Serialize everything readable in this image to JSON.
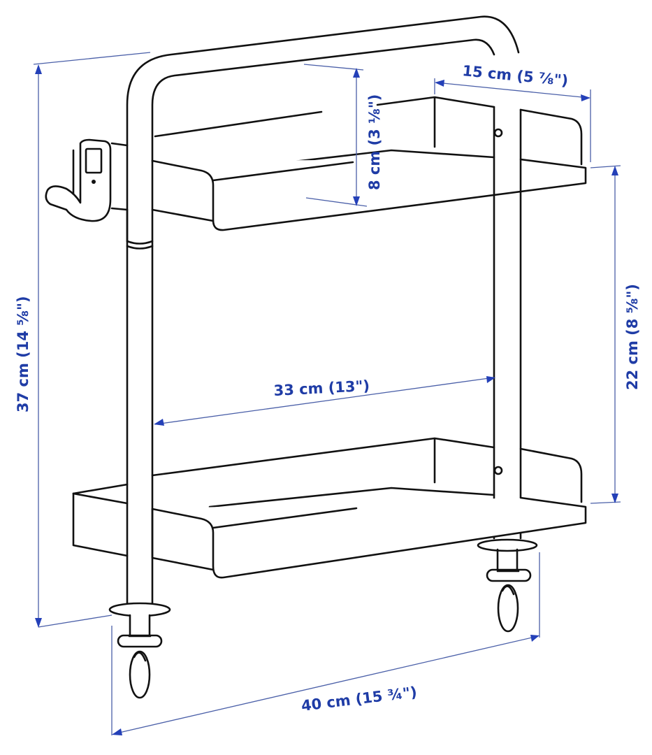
{
  "diagram": {
    "subject": "two-tier rolling trolley cart with handle, side hook and two casters",
    "line_color": "#111111",
    "dimension_color": "#1f3ca6",
    "dimension_line_color": "#4a5fa8",
    "dimensions": {
      "overall_height": {
        "label": "37 cm (14 ⅝\")",
        "value_cm": 37,
        "value_in": "14 5/8"
      },
      "shelf_spacing": {
        "label": "22 cm (8 ⅝\")",
        "value_cm": 22,
        "value_in": "8 5/8"
      },
      "handle_height": {
        "label": "8 cm (3 ⅛\")",
        "value_cm": 8,
        "value_in": "3 1/8"
      },
      "depth": {
        "label": "15 cm (5 ⅞\")",
        "value_cm": 15,
        "value_in": "5 7/8"
      },
      "inner_width": {
        "label": "33 cm (13\")",
        "value_cm": 33,
        "value_in": "13"
      },
      "overall_width": {
        "label": "40 cm (15 ¾\")",
        "value_cm": 40,
        "value_in": "15 3/4"
      }
    },
    "parts": [
      "handle",
      "top-shelf",
      "bottom-shelf",
      "side-hook",
      "left-caster",
      "right-caster",
      "left-leg",
      "right-leg"
    ]
  }
}
